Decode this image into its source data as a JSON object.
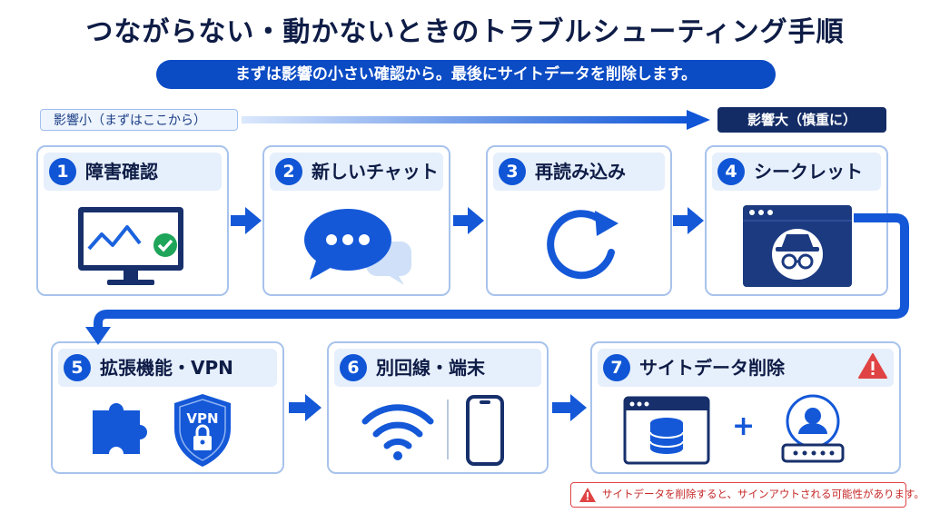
{
  "title": "つながらない・動かないときのトラブルシューティング手順",
  "subtitle": "まずは影響の小さい確認から。最後にサイトデータを削除します。",
  "impact": {
    "small_label": "影響小（まずはここから）",
    "large_label": "影響大（慎重に）"
  },
  "steps": [
    {
      "num": "1",
      "label": "障害確認",
      "icon": "monitor-check-icon"
    },
    {
      "num": "2",
      "label": "新しいチャット",
      "icon": "chat-bubbles-icon"
    },
    {
      "num": "3",
      "label": "再読み込み",
      "icon": "reload-icon"
    },
    {
      "num": "4",
      "label": "シークレット",
      "icon": "incognito-window-icon"
    },
    {
      "num": "5",
      "label": "拡張機能・VPN",
      "icon": "puzzle-vpn-icon"
    },
    {
      "num": "6",
      "label": "別回線・端末",
      "icon": "wifi-phone-icon"
    },
    {
      "num": "7",
      "label": "サイトデータ削除",
      "icon": "database-account-icon"
    }
  ],
  "vpn_badge": "VPN",
  "plus_sign": "+",
  "warning_note": "サイトデータを削除すると、サインアウトされる可能性があります。",
  "colors": {
    "primary": "#0f55d6",
    "navy": "#142c66",
    "warning": "#e04343"
  }
}
